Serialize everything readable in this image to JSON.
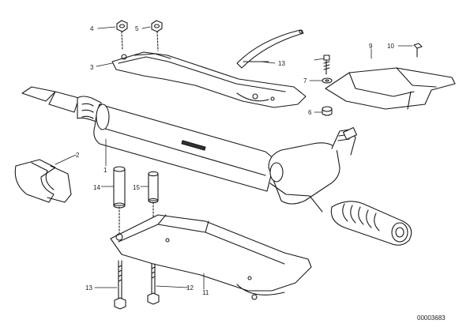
{
  "diagram": {
    "callouts": [
      {
        "id": "4",
        "text": "4"
      },
      {
        "id": "5",
        "text": "5"
      },
      {
        "id": "3",
        "text": "3"
      },
      {
        "id": "13a",
        "text": "13"
      },
      {
        "id": "9",
        "text": "9"
      },
      {
        "id": "10",
        "text": "10"
      },
      {
        "id": "7",
        "text": "7"
      },
      {
        "id": "6",
        "text": "6"
      },
      {
        "id": "2",
        "text": "2"
      },
      {
        "id": "1",
        "text": "1"
      },
      {
        "id": "14",
        "text": "14"
      },
      {
        "id": "15",
        "text": "15"
      },
      {
        "id": "13b",
        "text": "13"
      },
      {
        "id": "12",
        "text": "12"
      },
      {
        "id": "11",
        "text": "11"
      }
    ],
    "reference_number": "00003683"
  }
}
